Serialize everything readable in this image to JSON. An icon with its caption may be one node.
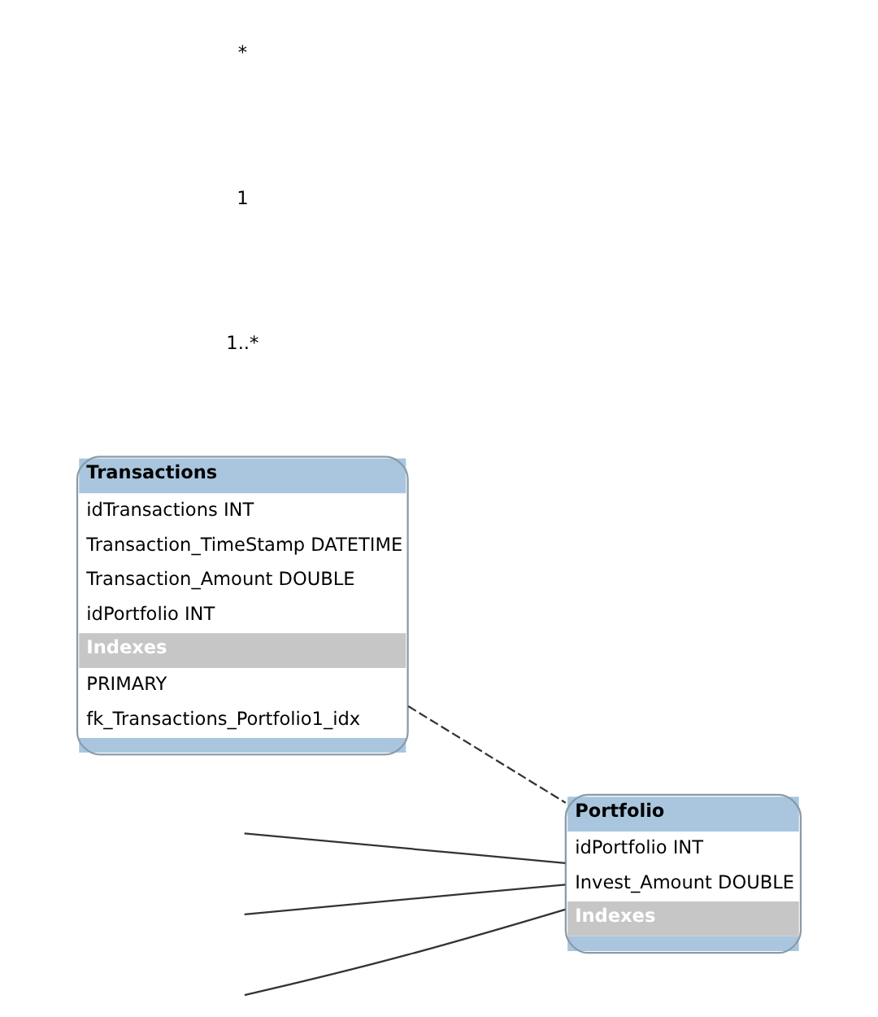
{
  "diagram": {
    "nodes": [
      {
        "text": [
          "Portfolio",
          "idPortfolio INT",
          "Invest_Amount DOUBLE",
          "Indexes"
        ]
      },
      {
        "text": [
          "Transactions",
          "idTransactions INT",
          "Transaction_TimeStamp DATETIME",
          "Transaction_Amount DOUBLE",
          "idPortfolio INT",
          "Indexes",
          "PRIMARY",
          "fk_Transactions_Portfolio1_idx"
        ]
      }
    ],
    "edges": [
      {
        "from": 1,
        "to": 0,
        "arrow": "none",
        "style": "dashed"
      },
      {
        "from": null,
        "to": 0,
        "arrow": "none"
      },
      {
        "from": null,
        "to": 0,
        "arrow": "none"
      },
      {
        "from": null,
        "to": 0,
        "arrow": "none"
      }
    ],
    "labels": [
      "1..*",
      "1",
      "*"
    ]
  }
}
